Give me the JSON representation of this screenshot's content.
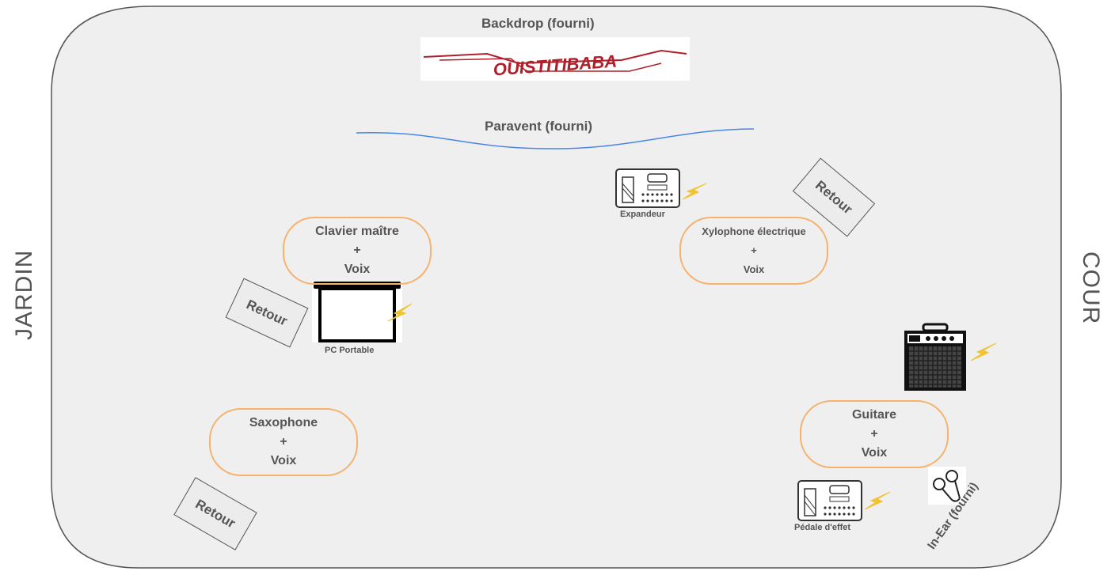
{
  "stage": {
    "side_left": "JARDIN",
    "side_right": "COUR",
    "backdrop_label": "Backdrop (fourni)",
    "backdrop_logo_text": "OUISTITIBABA",
    "paravent_label": "Paravent (fourni)"
  },
  "positions": [
    {
      "id": "clavier",
      "lines": [
        "Clavier maître",
        "+",
        "Voix"
      ]
    },
    {
      "id": "xylophone",
      "lines": [
        "Xylophone électrique",
        "+",
        "Voix"
      ]
    },
    {
      "id": "saxophone",
      "lines": [
        "Saxophone",
        "+",
        "Voix"
      ]
    },
    {
      "id": "guitare",
      "lines": [
        "Guitare",
        "+",
        "Voix"
      ]
    }
  ],
  "retours": [
    "Retour",
    "Retour",
    "Retour"
  ],
  "equipment": {
    "laptop": "PC Portable",
    "expander": "Expandeur",
    "effect_pedal": "Pédale d'effet",
    "in_ear": "In-Ear (fourni)"
  },
  "colors": {
    "stage_fill": "#efefef",
    "stage_border": "#555555",
    "position_border": "#f6b26b",
    "paravent_line": "#4a86e8",
    "power_bolt": "#f1c232",
    "logo_red": "#b0202a"
  },
  "icons": [
    "laptop-icon",
    "expander-icon",
    "effect-pedal-icon",
    "amplifier-icon",
    "in-ear-icon",
    "power-bolt-icon"
  ]
}
